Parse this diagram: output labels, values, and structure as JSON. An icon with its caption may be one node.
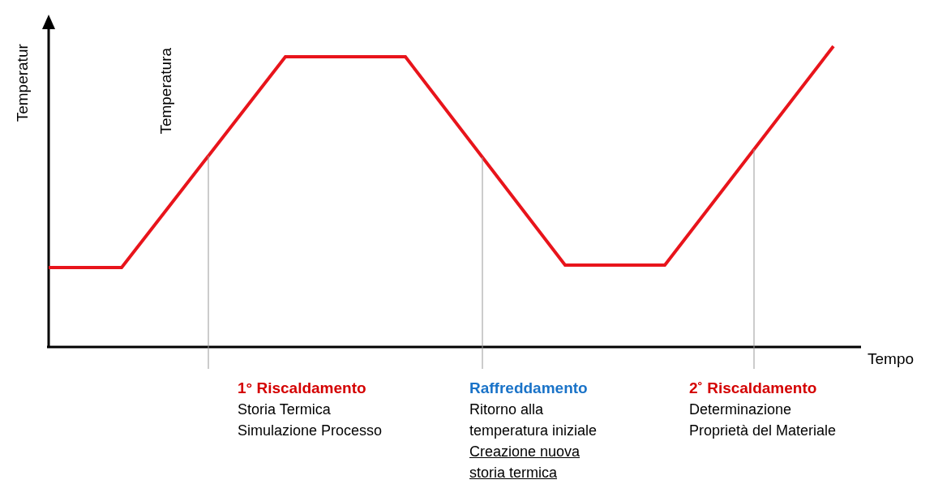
{
  "diagram": {
    "nodes": [
      {
        "text": [
          "1° Riscaldamento",
          "Storia Termica",
          "Simulazione Processo"
        ]
      },
      {
        "text": [
          "Raffreddamento",
          "Ritorno alla temperatura iniziale",
          "Creazione nuova storia termica"
        ]
      },
      {
        "text": [
          "2˚ Riscaldamento",
          "Determinazione",
          "Proprietà del Materiale"
        ]
      }
    ],
    "edges": [
      {
        "from": 0,
        "to": null,
        "arrow": "none"
      },
      {
        "from": 1,
        "to": null,
        "arrow": "none"
      },
      {
        "from": 2,
        "to": null,
        "arrow": "none"
      }
    ],
    "labels": [
      "Temperatur",
      "Temperatura",
      "Tempo"
    ]
  }
}
